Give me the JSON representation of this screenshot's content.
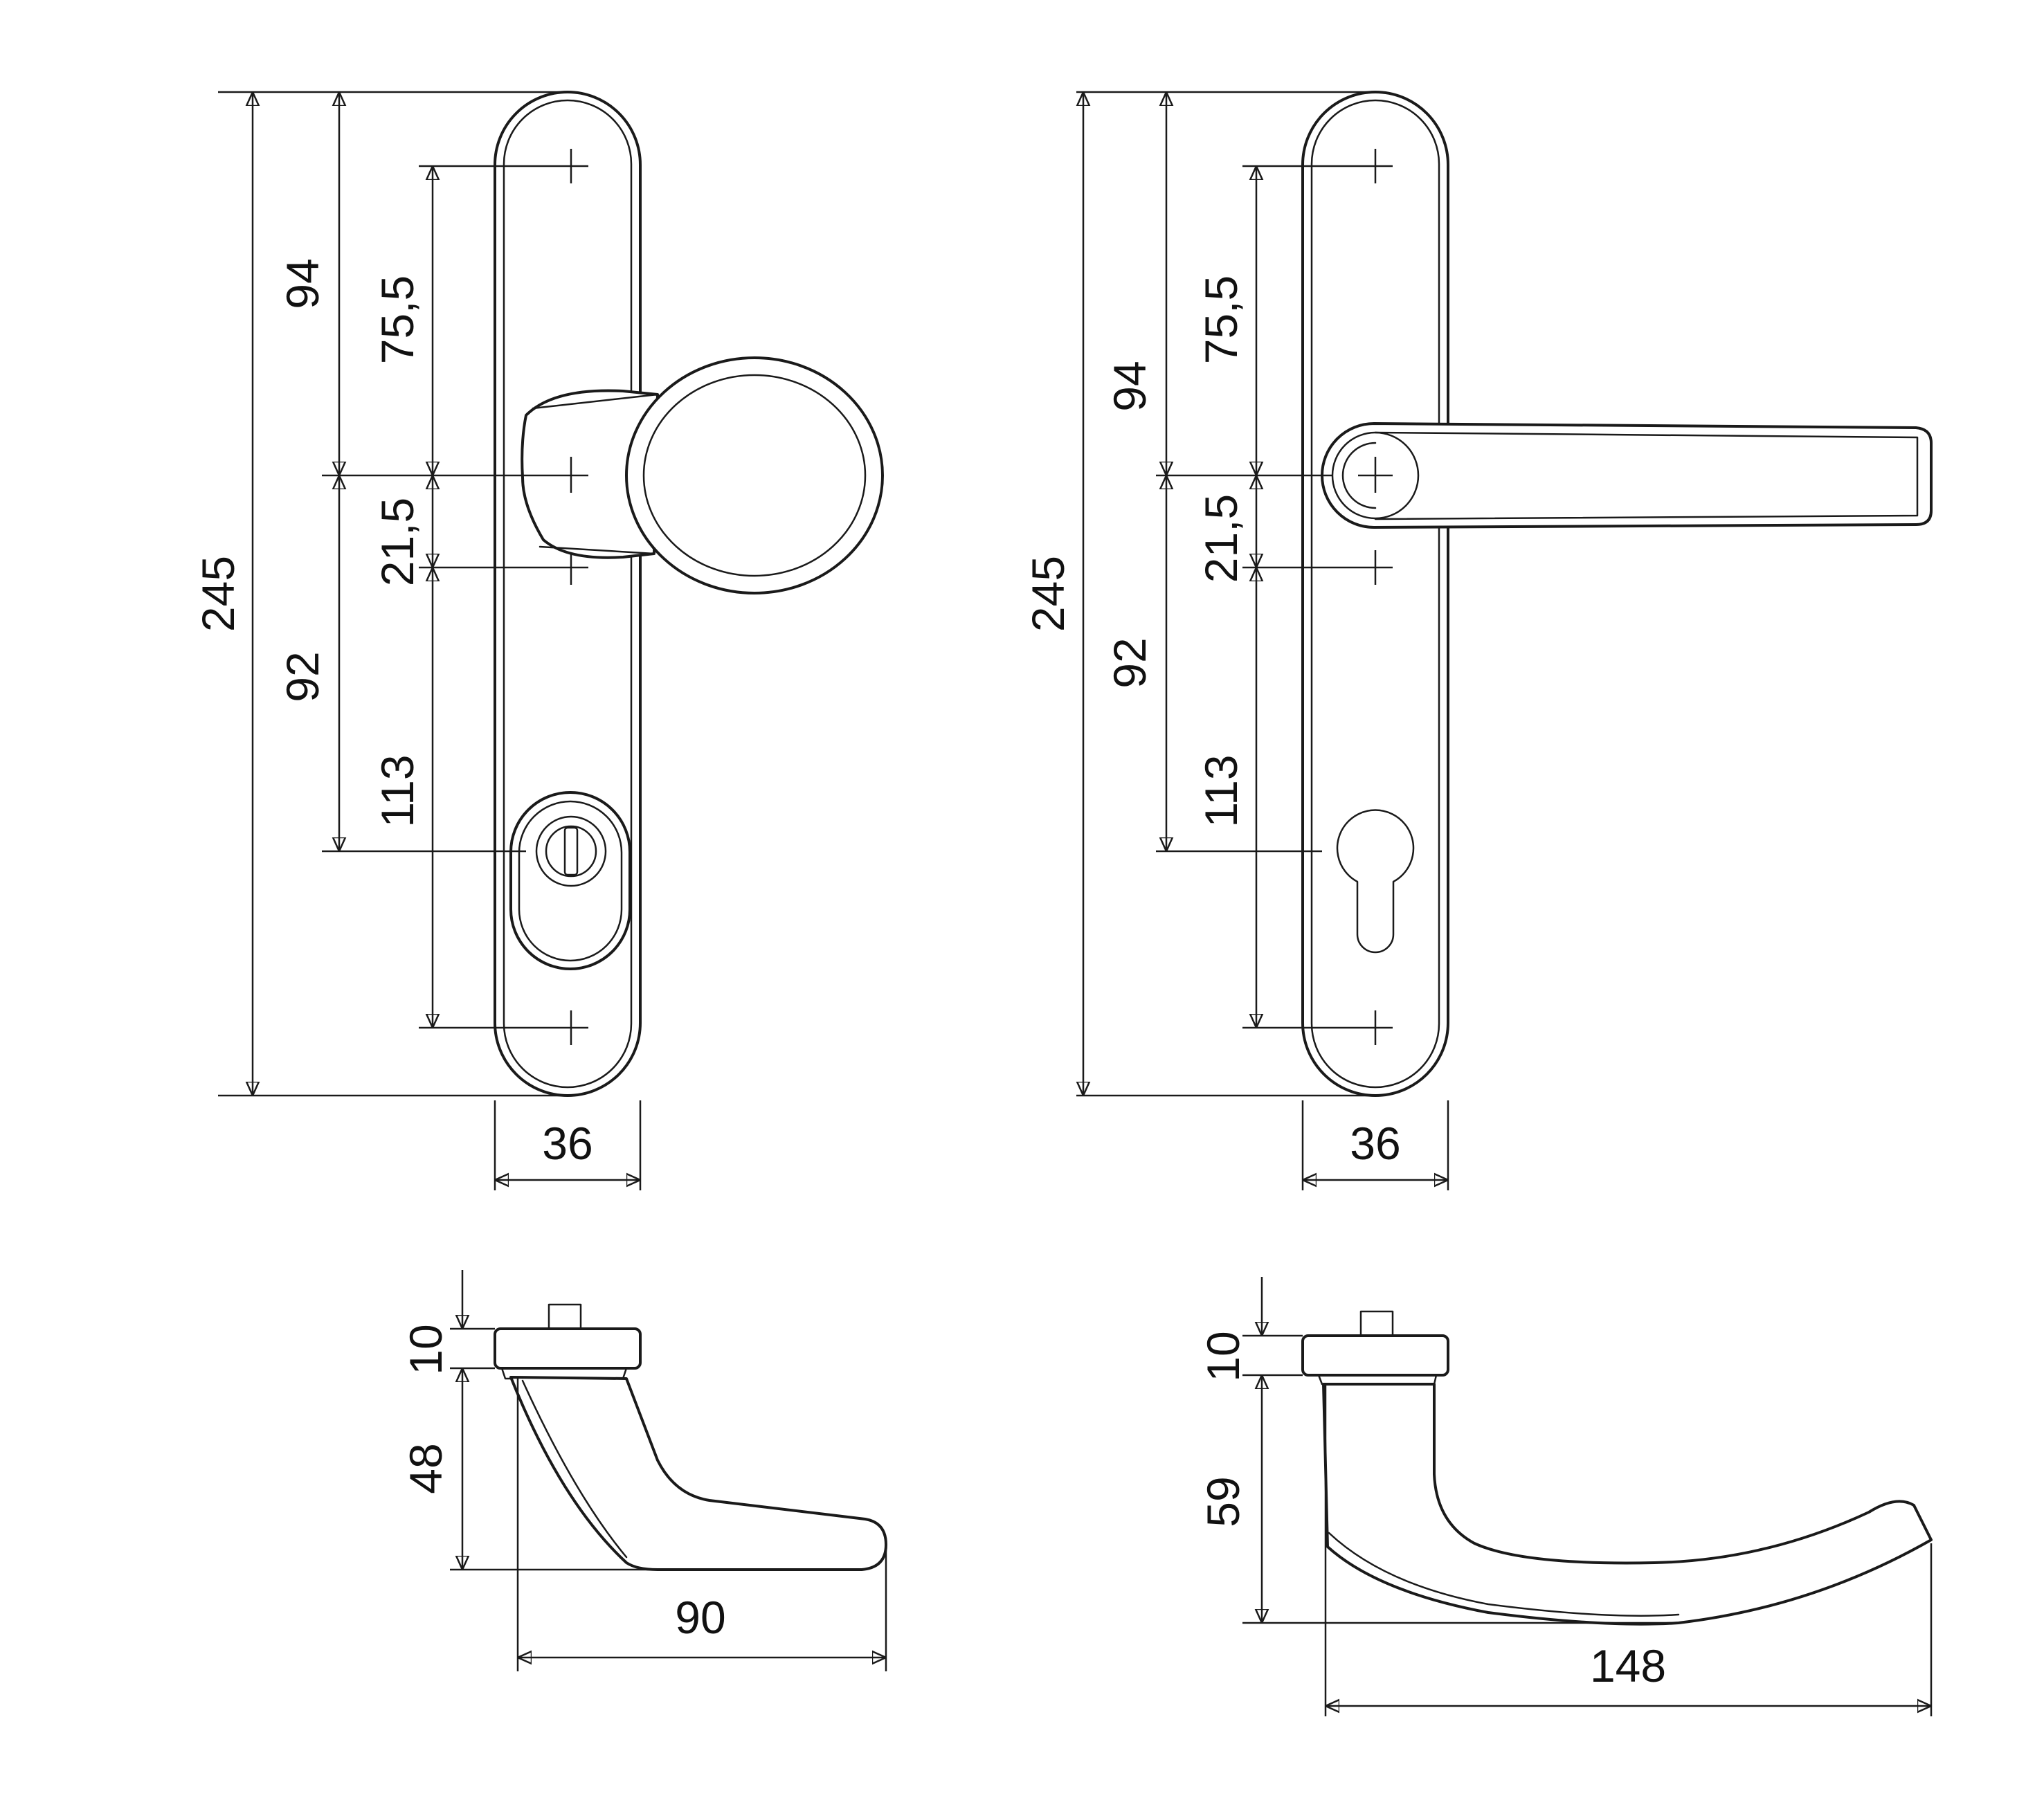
{
  "left_front_view": {
    "dims": {
      "total_height": "245",
      "to_handle_axis": "94",
      "axis_to_cylinder": "92",
      "top_screw_to_axis": "75,5",
      "axis_to_screw": "21,5",
      "screw_to_cylinder": "113",
      "width": "36"
    }
  },
  "right_front_view": {
    "dims": {
      "total_height": "245",
      "to_handle_axis": "94",
      "axis_to_cylinder": "92",
      "top_screw_to_axis": "75,5",
      "axis_to_screw": "21,5",
      "screw_to_cylinder": "113",
      "width": "36"
    }
  },
  "left_side_view": {
    "dims": {
      "rose_height": "10",
      "handle_height": "48",
      "projection": "90"
    }
  },
  "right_side_view": {
    "dims": {
      "rose_height": "10",
      "handle_height": "59",
      "projection": "148"
    }
  }
}
